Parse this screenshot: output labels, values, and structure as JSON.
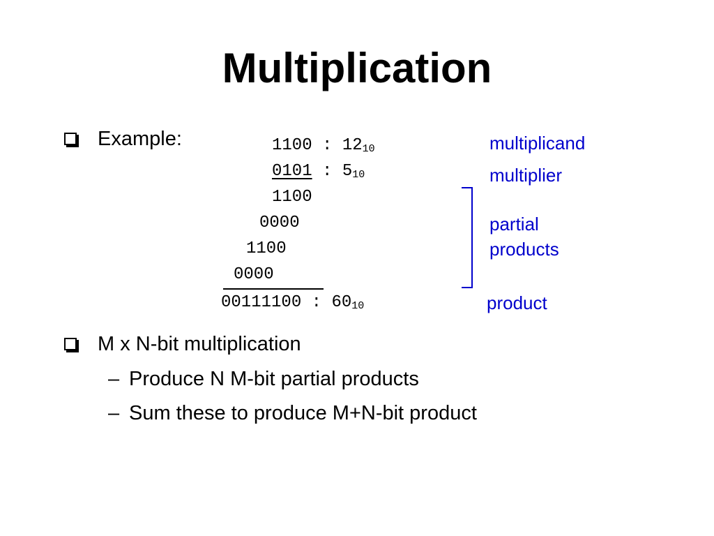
{
  "slide": {
    "title": "Multiplication"
  },
  "bullets": [
    {
      "text": "Example:"
    },
    {
      "text": "M x N-bit multiplication",
      "subitems": [
        {
          "dash": "–",
          "text": "Produce N M-bit partial products"
        },
        {
          "dash": "–",
          "text": "Sum these to produce M+N-bit product"
        }
      ]
    }
  ],
  "example": {
    "multiplicand": {
      "binary": "1100",
      "sep": ":",
      "decimal": "12",
      "base": "10"
    },
    "multiplier": {
      "binary": "0101",
      "sep": ":",
      "decimal": "5",
      "base": "10"
    },
    "partials": [
      "1100",
      "0000",
      "1100",
      "0000"
    ],
    "product": {
      "binary": "00111100",
      "sep": ":",
      "decimal": "60",
      "base": "10"
    }
  },
  "labels": {
    "multiplicand": "multiplicand",
    "multiplier": "multiplier",
    "partial_line1": "partial",
    "partial_line2": "products",
    "product": "product"
  },
  "colors": {
    "label_blue": "#0000cc",
    "text": "#000000",
    "background": "#ffffff"
  }
}
